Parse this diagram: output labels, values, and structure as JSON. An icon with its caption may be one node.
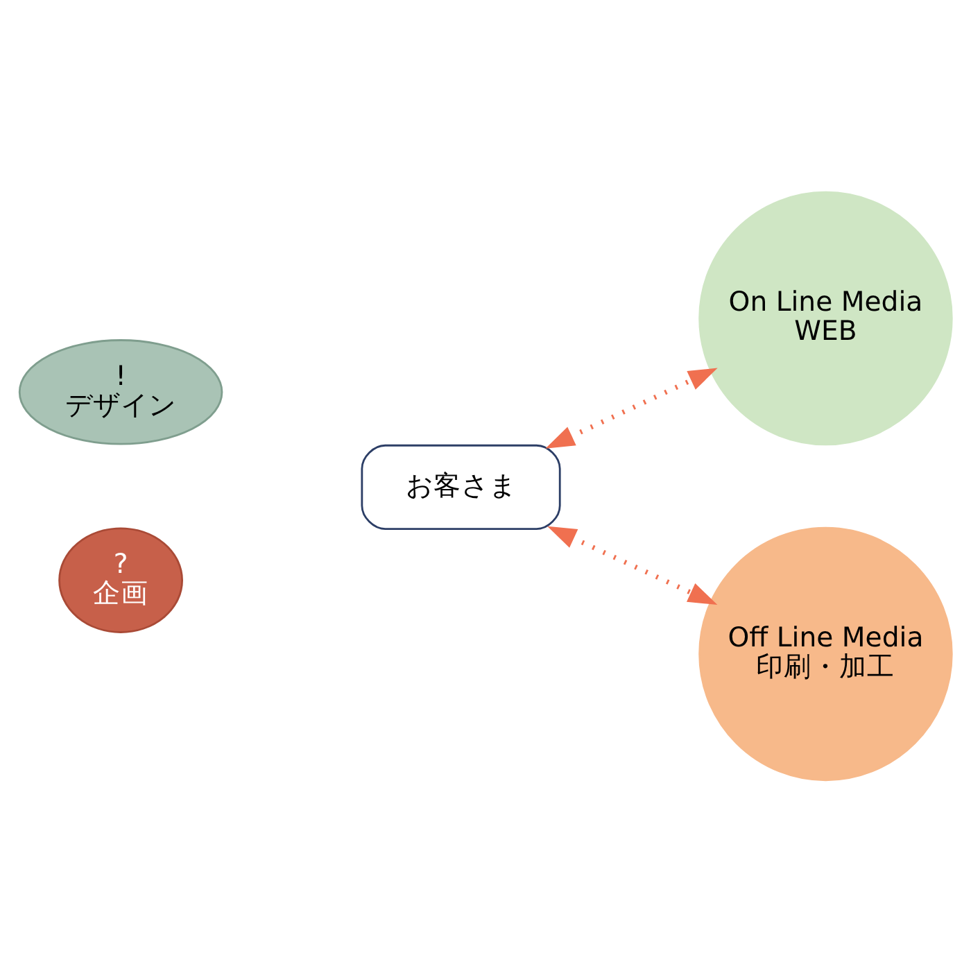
{
  "diagram": {
    "nodes": [
      {
        "text": [
          "On Line Media",
          "WEB"
        ]
      },
      {
        "text": [
          "お客さま"
        ]
      },
      {
        "text": [
          "Off Line Media",
          "印刷・加工"
        ]
      },
      {
        "text": [
          "!",
          "デザイン"
        ]
      },
      {
        "text": [
          "?",
          "企画"
        ]
      }
    ],
    "edges": [
      {
        "from": 1,
        "to": 0,
        "arrow": "both",
        "style": "dashed"
      },
      {
        "from": 1,
        "to": 2,
        "arrow": "both",
        "style": "dashed"
      }
    ]
  }
}
